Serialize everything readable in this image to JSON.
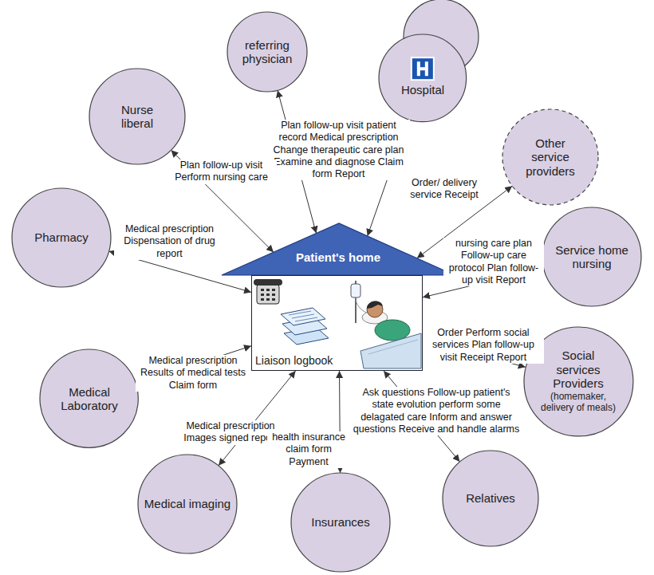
{
  "diagram": {
    "nodes": [
      {
        "text": [
          "referring physician"
        ]
      },
      {
        "text": [
          "Hospital"
        ]
      },
      {
        "text": [
          "Nurse liberal"
        ]
      },
      {
        "text": [
          "Other service providers"
        ]
      },
      {
        "text": [
          "Pharmacy"
        ]
      },
      {
        "text": [
          "Patient's home"
        ]
      },
      {
        "text": [
          "Liaison logbook"
        ],
        "in": 5
      },
      {
        "text": [
          "Service home nursing"
        ]
      },
      {
        "text": [
          "Social services Providers",
          "(homemaker, delivery of meals)"
        ]
      },
      {
        "text": [
          "Medical Laboratory"
        ]
      },
      {
        "text": [
          "Medical imaging"
        ]
      },
      {
        "text": [
          "Insurances"
        ]
      },
      {
        "text": [
          "Relatives"
        ]
      }
    ],
    "edges": [
      {
        "from": 0,
        "to": 5,
        "arrow": "both",
        "label": "Plan follow-up visit patient record Medical prescription Change therapeutic care plan Examine and diagnose Claim form Report"
      },
      {
        "from": 1,
        "to": 5,
        "arrow": "to"
      },
      {
        "from": 2,
        "to": 5,
        "arrow": "both",
        "label": "Plan follow-up visit Perform nursing care"
      },
      {
        "from": 3,
        "to": 5,
        "arrow": "both",
        "label": "Order/ delivery service Receipt"
      },
      {
        "from": 4,
        "to": 5,
        "arrow": "both",
        "label": "Medical prescription Dispensation of drug report"
      },
      {
        "from": 7,
        "to": 5,
        "arrow": "both",
        "label": "nursing care plan Follow-up care protocol Plan follow-up visit Report"
      },
      {
        "from": 8,
        "to": 5,
        "arrow": "both",
        "label": "Order Perform social services Plan follow-up visit Receipt Report"
      },
      {
        "from": 9,
        "to": 5,
        "arrow": "both",
        "label": "Medical prescription Results of medical tests Claim form"
      },
      {
        "from": 10,
        "to": 5,
        "arrow": "both",
        "label": "Medical prescription Images signed report"
      },
      {
        "from": 11,
        "to": 5,
        "arrow": "both",
        "label": "health insurance claim form Payment"
      },
      {
        "from": 12,
        "to": 5,
        "arrow": "both",
        "label": "Ask questions Follow-up patient's state evolution perform some delagated care Inform and answer questions Receive and handle alarms"
      }
    ]
  }
}
